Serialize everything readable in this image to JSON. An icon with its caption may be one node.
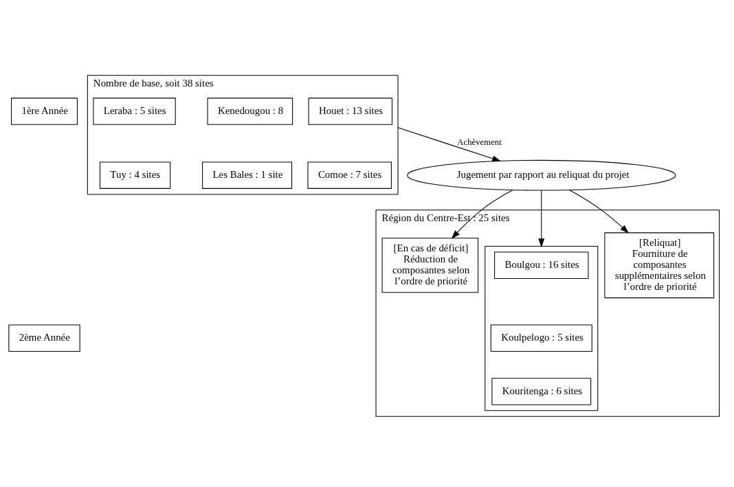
{
  "diagram": {
    "nodes": [
      {
        "text": [
          "1ère Année"
        ]
      },
      {
        "text": [
          "Nombre de base, soit 38 sites"
        ]
      },
      {
        "text": [
          "Houet : 13 sites"
        ],
        "in": 1
      },
      {
        "text": [
          "Leraba : 5 sites"
        ],
        "in": 1
      },
      {
        "text": [
          "Kenedougou : 8"
        ],
        "in": 1
      },
      {
        "text": [
          "Comoe : 7 sites"
        ],
        "in": 1
      },
      {
        "text": [
          "Tuy : 4 sites"
        ],
        "in": 1
      },
      {
        "text": [
          "Les Bales : 1 site"
        ],
        "in": 1
      },
      {
        "text": [
          "Jugement par rapport au reliquat du projet"
        ]
      },
      {
        "text": [
          "2ème Année"
        ]
      },
      {
        "text": [
          "Région du Centre-Est : 25 sites"
        ]
      },
      {
        "text": [
          "[En cas de déficit]",
          "Réduction de composantes selon l’ordre de priorité"
        ],
        "in": 10
      },
      {
        "text": [],
        "shape": "box",
        "in": 10
      },
      {
        "text": [
          "Boulgou : 16 sites"
        ],
        "in": 12
      },
      {
        "text": [
          "Koulpelogo : 5 sites"
        ],
        "in": 12
      },
      {
        "text": [
          "Kouritenga : 6 sites"
        ],
        "in": 12
      },
      {
        "text": [
          "[Reliquat]",
          "Fourniture de composantes supplémentaires selon l’ordre de priorité"
        ],
        "in": 10
      }
    ],
    "edges": [
      {
        "from": 1,
        "to": 8,
        "arrow": "to",
        "label": "Achèvement"
      },
      {
        "from": 8,
        "to": 11,
        "arrow": "to"
      },
      {
        "from": 8,
        "to": 12,
        "arrow": "to"
      },
      {
        "from": 8,
        "to": 16,
        "arrow": "to"
      }
    ]
  }
}
